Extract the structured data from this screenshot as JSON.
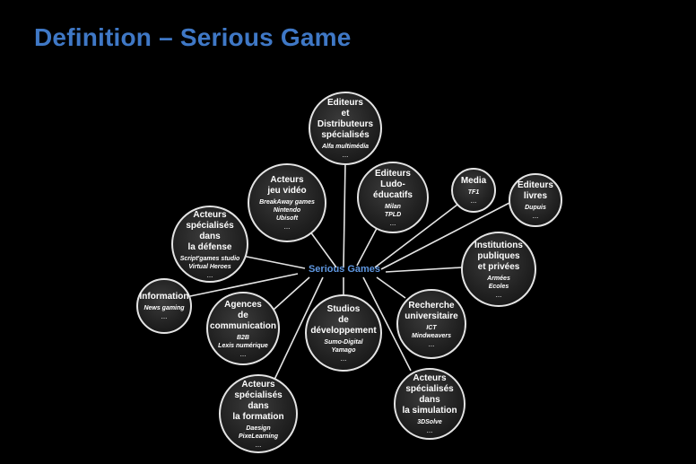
{
  "title": "Definition – Serious Game",
  "center": "Serious Games",
  "nodes": [
    {
      "id": "editeurs-distributeurs",
      "label": "Editeurs\net Distributeurs\nspécialisés",
      "examples": "Alfa multimédia",
      "more": "..."
    },
    {
      "id": "acteurs-jeu-video",
      "label": "Acteurs\njeu vidéo",
      "examples": "BreakAway games\nNintendo\nUbisoft",
      "more": "..."
    },
    {
      "id": "editeurs-ludo",
      "label": "Editeurs\nLudo-éducatifs",
      "examples": "Milan\nTPLD",
      "more": "..."
    },
    {
      "id": "media",
      "label": "Media",
      "examples": "TF1",
      "more": "..."
    },
    {
      "id": "editeurs-livres",
      "label": "Editeurs\nlivres",
      "examples": "Dupuis",
      "more": "..."
    },
    {
      "id": "acteurs-defense",
      "label": "Acteurs\nspécialisés dans\nla défense",
      "examples": "Script'games studio\nVirtual Heroes",
      "more": "..."
    },
    {
      "id": "institutions",
      "label": "Institutions\npubliques\net privées",
      "examples": "Armées\nEcoles",
      "more": "..."
    },
    {
      "id": "information",
      "label": "Information",
      "examples": "News gaming",
      "more": "..."
    },
    {
      "id": "agences",
      "label": "Agences\nde\ncommunication",
      "examples": "B2B\nLexis numérique",
      "more": "..."
    },
    {
      "id": "studios",
      "label": "Studios\nde\ndéveloppement",
      "examples": "Sumo-Digital\nYamago",
      "more": "..."
    },
    {
      "id": "recherche",
      "label": "Recherche\nuniversitaire",
      "examples": "ICT\nMindweavers",
      "more": "..."
    },
    {
      "id": "acteurs-formation",
      "label": "Acteurs\nspécialisés dans\nla formation",
      "examples": "Daesign\nPixeLearning",
      "more": "..."
    },
    {
      "id": "acteurs-simulation",
      "label": "Acteurs\nspécialisés\ndans\nla simulation",
      "examples": "3DSolve",
      "more": "..."
    }
  ]
}
